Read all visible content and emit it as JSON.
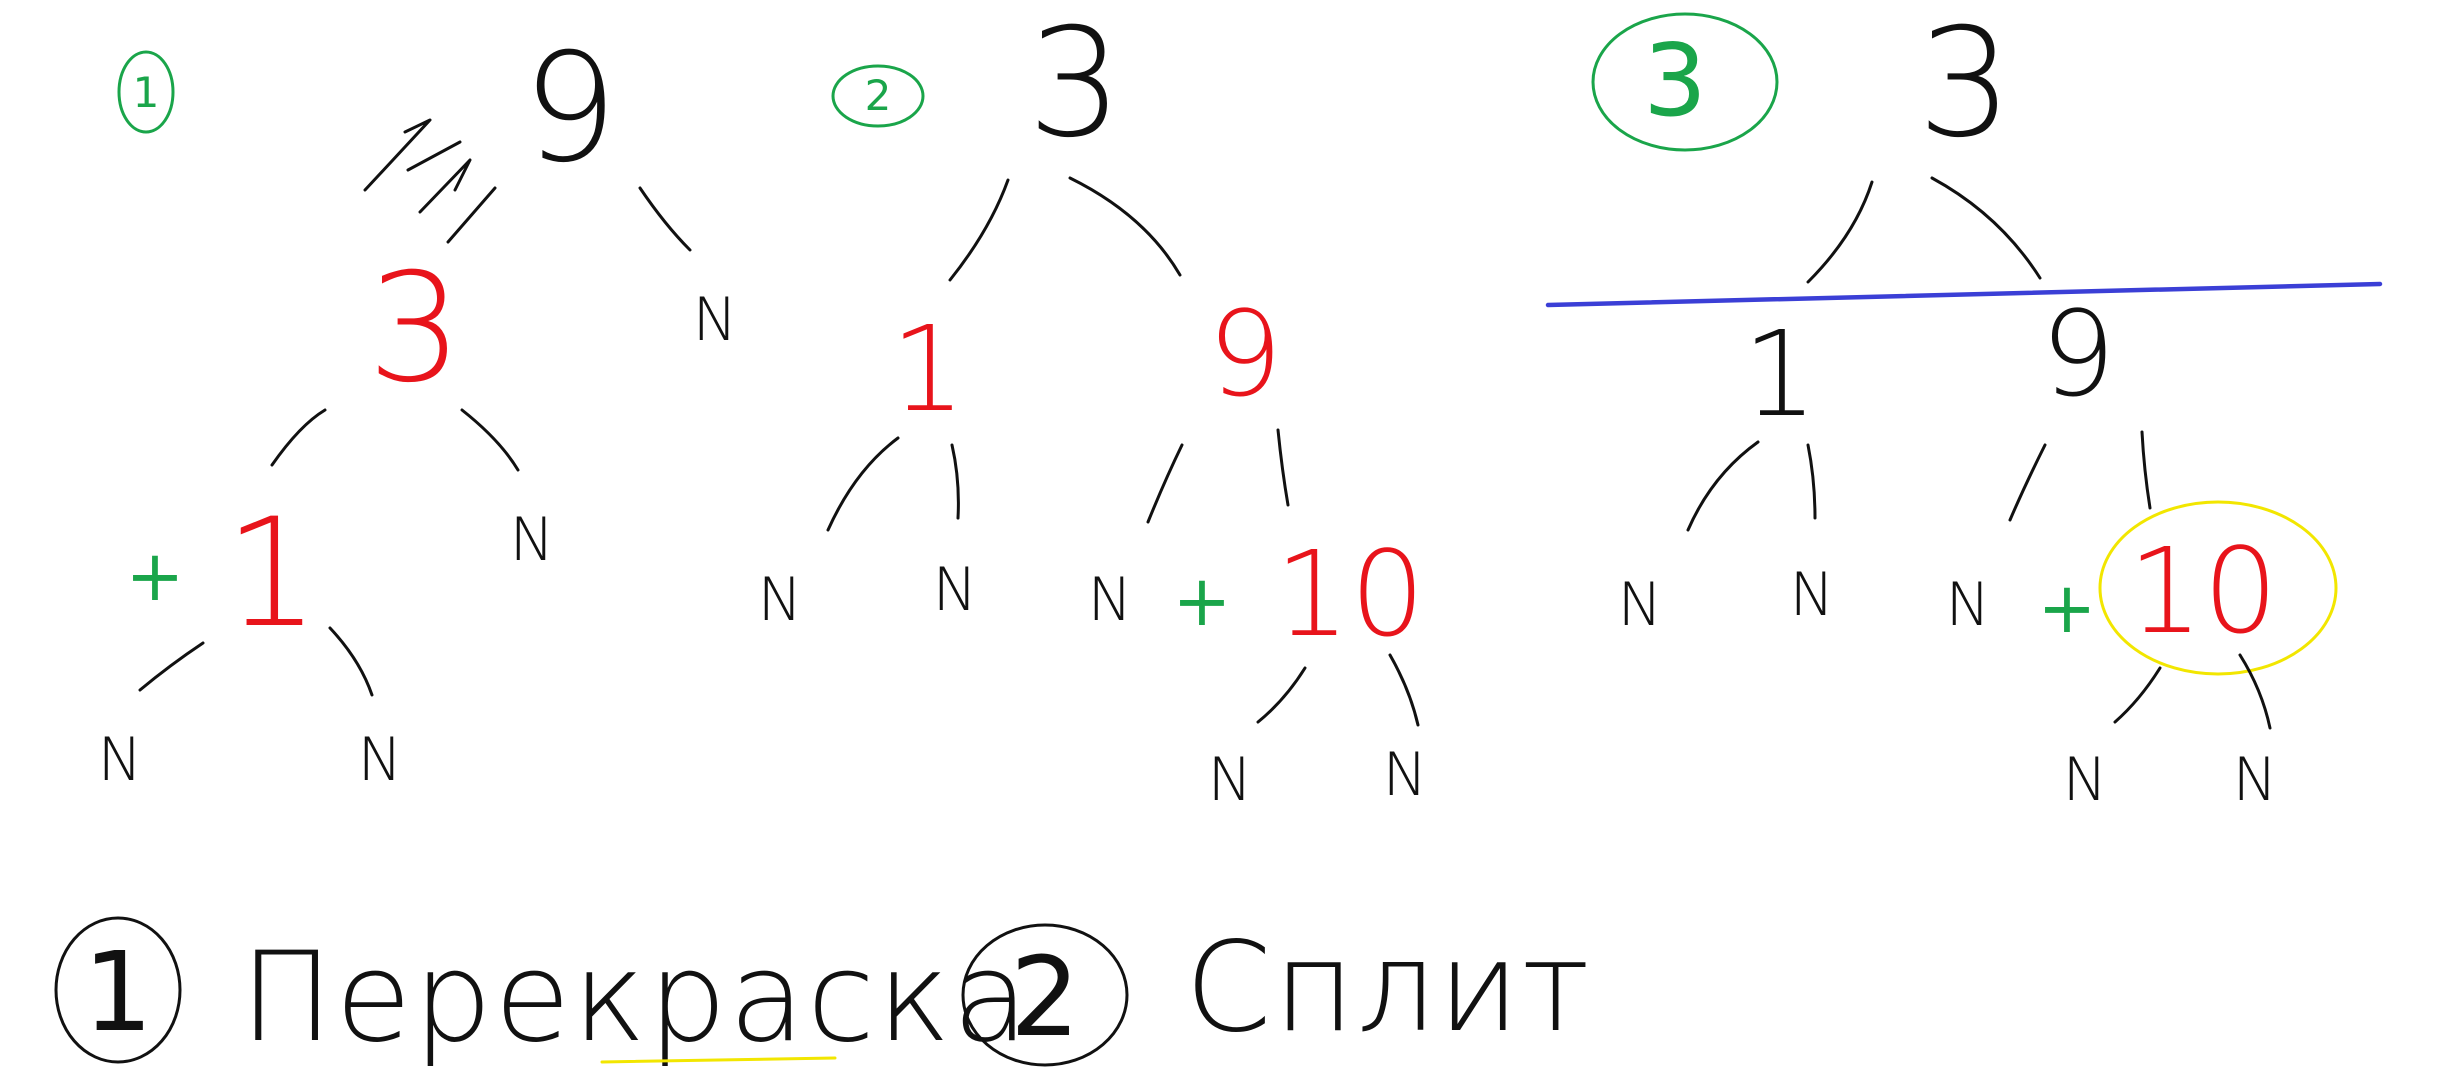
{
  "diagrams": [
    {
      "step_label": "1",
      "root": "9",
      "left_child": "3",
      "grandchild": "1",
      "right_child_leaf": "N",
      "mid_leaf": "N",
      "gc_left_leaf": "N",
      "gc_right_leaf": "N",
      "plus": "+"
    },
    {
      "step_label": "2",
      "root": "3",
      "left_child": "1",
      "right_child": "9",
      "new_node": "10",
      "leaves": [
        "N",
        "N",
        "N",
        "N",
        "N"
      ],
      "plus": "+"
    },
    {
      "step_label": "3",
      "root": "3",
      "left_child": "1",
      "right_child": "9",
      "new_node": "10",
      "leaves": [
        "N",
        "N",
        "N",
        "N",
        "N"
      ],
      "plus": "+"
    }
  ],
  "notes": [
    {
      "number": "1",
      "text": "Перекраска"
    },
    {
      "number": "2",
      "text": "Сплит"
    }
  ],
  "colors": {
    "ink": "#111111",
    "red_nodes": "#e8141b",
    "green_marks": "#1aa54a",
    "split_line": "#3b3fd6",
    "highlight": "#f2e600"
  }
}
